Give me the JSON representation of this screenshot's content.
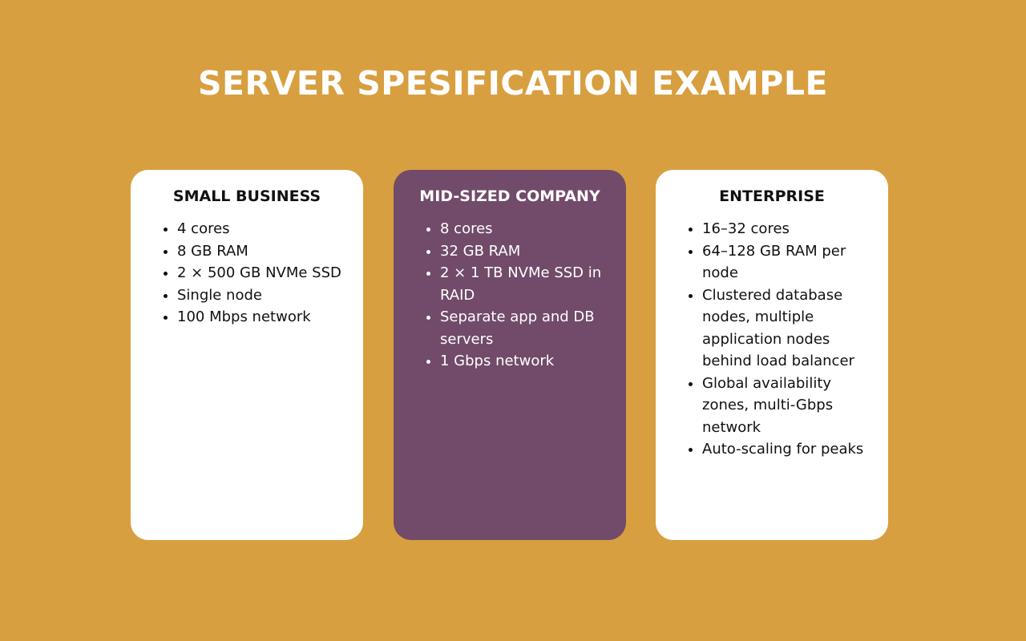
{
  "title": "SERVER SPESIFICATION EXAMPLE",
  "colors": {
    "background": "#D89F40",
    "highlight_card": "#714B69",
    "card": "#FFFFFF"
  },
  "cards": [
    {
      "heading": "SMALL BUSINESS",
      "items": [
        "4 cores",
        "8 GB RAM",
        "2 × 500 GB NVMe SSD",
        "Single node",
        "100 Mbps network"
      ]
    },
    {
      "heading": "MID-SIZED COMPANY",
      "items": [
        "8 cores",
        "32 GB RAM",
        "2 × 1 TB NVMe SSD in RAID",
        "Separate app and DB servers",
        "1 Gbps network"
      ]
    },
    {
      "heading": "ENTERPRISE",
      "items": [
        "16–32 cores",
        "64–128 GB RAM per node",
        "Clustered database nodes, multiple application nodes behind load balancer",
        "Global availability zones, multi-Gbps network",
        "Auto-scaling for peaks"
      ]
    }
  ]
}
